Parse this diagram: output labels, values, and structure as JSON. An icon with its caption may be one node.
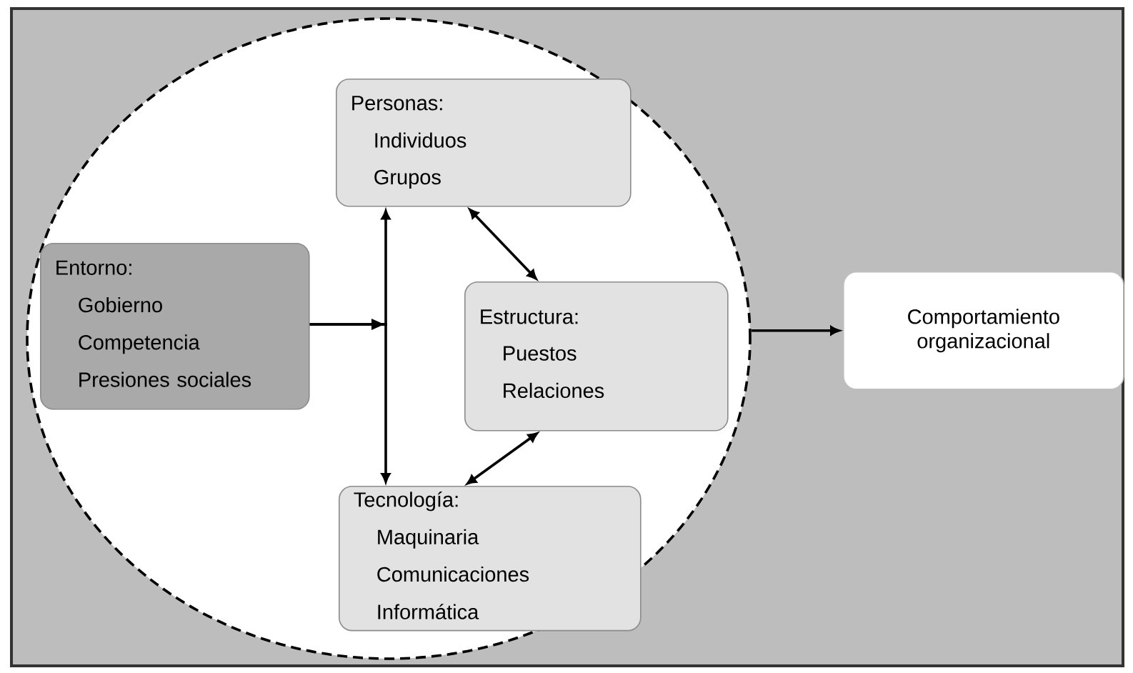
{
  "diagram": {
    "nodes": [
      {
        "text": [],
        "shape": "ellipse"
      },
      {
        "text": [
          "Entorno:",
          "Gobierno",
          "Competencia",
          "Presiones sociales"
        ],
        "in": 0
      },
      {
        "text": [
          "Personas:",
          "Individuos",
          "Grupos"
        ],
        "in": 0
      },
      {
        "text": [
          "Estructura:",
          "Puestos",
          "Relaciones"
        ],
        "in": 0
      },
      {
        "text": [
          "Tecnología:",
          "Maquinaria",
          "Comunicaciones",
          "Informática"
        ],
        "in": 0
      },
      {
        "text": [
          "Comportamiento organizacional"
        ]
      }
    ],
    "edges": [
      {
        "from": 1,
        "to": 2,
        "arrow": "to"
      },
      {
        "from": 1,
        "to": 4,
        "arrow": "to"
      },
      {
        "from": 2,
        "to": 3,
        "arrow": "both"
      },
      {
        "from": 3,
        "to": 4,
        "arrow": "both"
      },
      {
        "from": 0,
        "to": 5,
        "arrow": "to"
      }
    ]
  }
}
